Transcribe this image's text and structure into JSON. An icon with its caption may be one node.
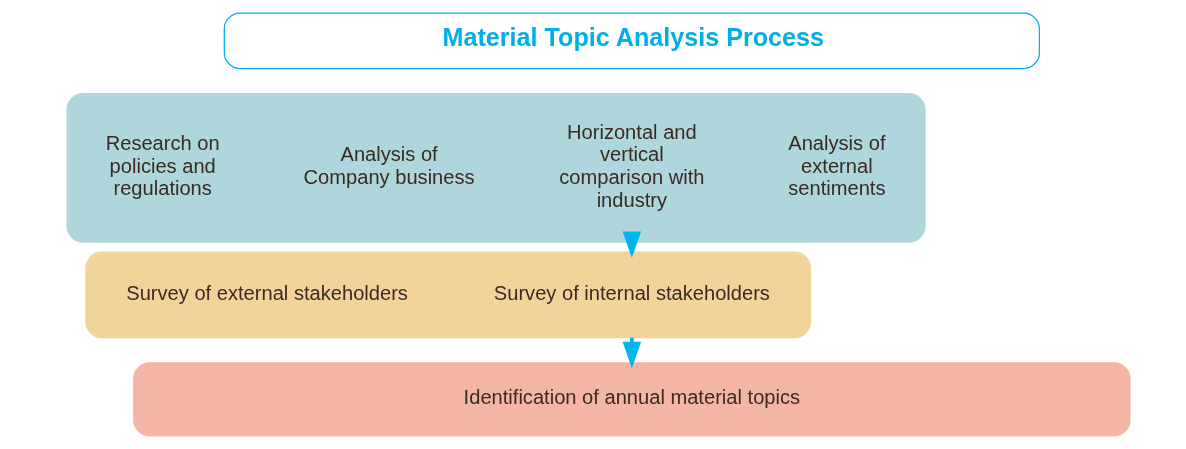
{
  "diagram": {
    "nodes": [
      {
        "text": [
          "Material Topic Analysis Process"
        ]
      },
      {
        "text": [],
        "shape": "box"
      },
      {
        "text": [
          "Research on policies and regulations"
        ],
        "in": 1
      },
      {
        "text": [
          "Analysis of Company business"
        ],
        "in": 1
      },
      {
        "text": [
          "Horizontal and vertical comparison with industry"
        ],
        "in": 1
      },
      {
        "text": [
          "Analysis of external sentiments"
        ],
        "in": 1
      },
      {
        "text": [],
        "shape": "box"
      },
      {
        "text": [
          "Survey of external stakeholders"
        ],
        "in": 6
      },
      {
        "text": [
          "Survey of internal stakeholders"
        ],
        "in": 6
      },
      {
        "text": [
          "Identification of annual material topics"
        ]
      }
    ],
    "edges": [
      {
        "from": 1,
        "to": 6,
        "arrow": "to"
      },
      {
        "from": 6,
        "to": 9,
        "arrow": "to"
      }
    ]
  }
}
